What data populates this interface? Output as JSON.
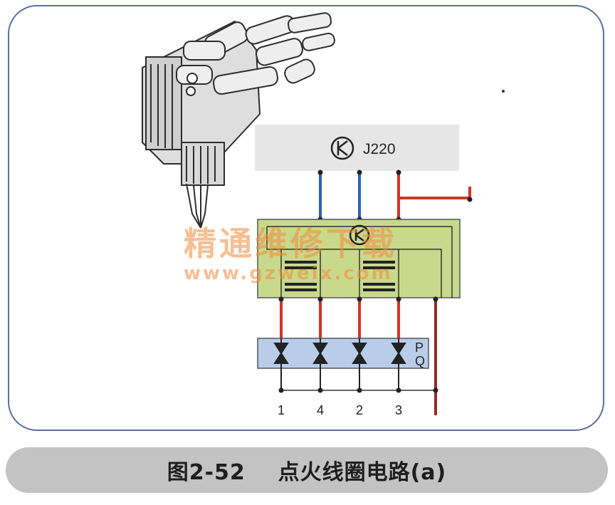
{
  "diagram": {
    "control_unit_label": "J220",
    "cylinder_labels": [
      "1",
      "4",
      "2",
      "3"
    ],
    "diode_block_label_p": "P",
    "diode_block_label_q": "Q",
    "watermark_cn": "精通维修下载",
    "watermark_url": "www.gzweix.com"
  },
  "caption": {
    "figure_number": "图2-52",
    "title": "点火线圈电路(a)"
  },
  "colors": {
    "frame_border": "#5b6f9f",
    "ecu_box": "#e6e6e6",
    "coil_module": "#c9d98c",
    "diode_block": "#b9cdea",
    "wire_blue": "#2a63b8",
    "wire_red": "#d43325",
    "wire_brown": "#8e2e22",
    "ground_wire": "#333333",
    "watermark": "#f08a3c",
    "caption_bar": "#c3c3c3"
  },
  "icons": [
    "transistor-icon",
    "diode-icon",
    "ignition-coil-illustration"
  ]
}
